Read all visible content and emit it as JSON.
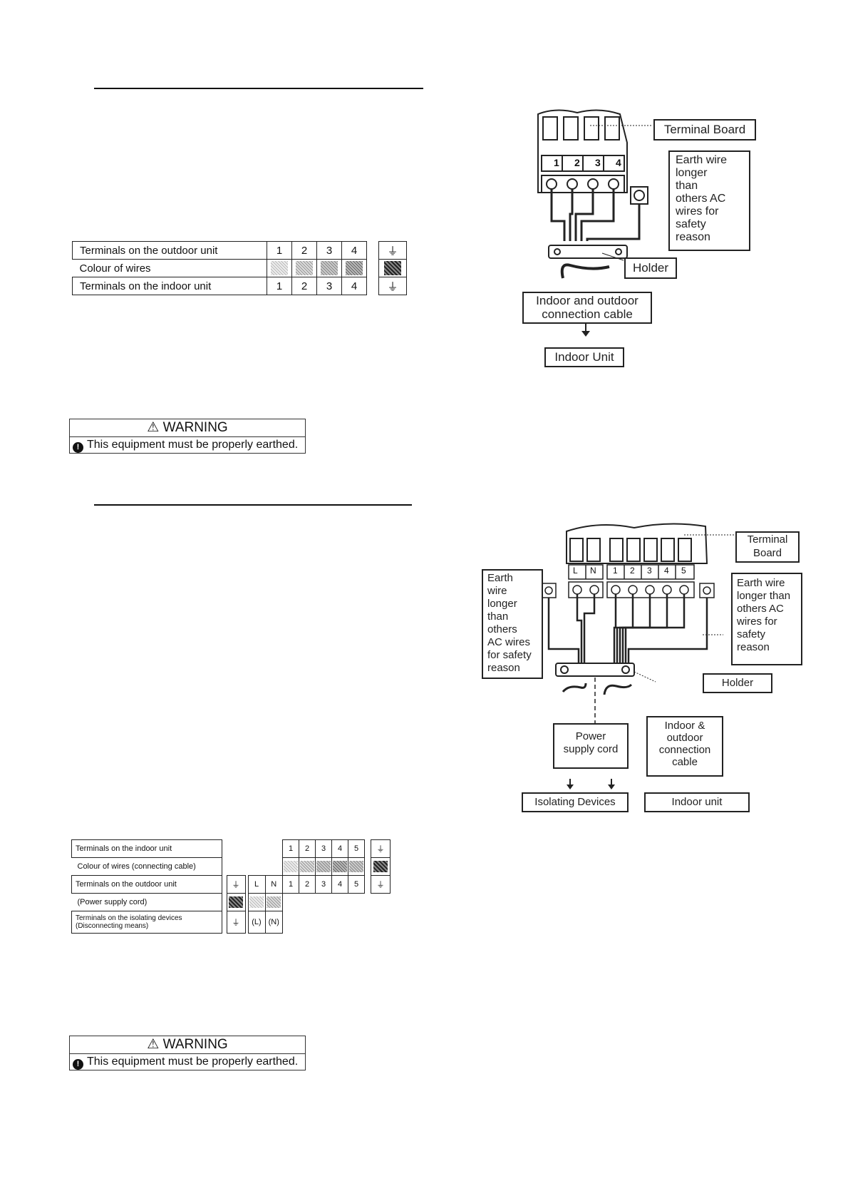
{
  "section1": {
    "table": {
      "row1_label": "Terminals on the outdoor unit",
      "row2_label": "Colour of wires",
      "row3_label": "Terminals on the indoor unit",
      "terminals": [
        "1",
        "2",
        "3",
        "4"
      ],
      "earth_symbol": "⏚"
    },
    "warning": {
      "title": "⚠ WARNING",
      "text": "This equipment must be properly earthed."
    },
    "diagram": {
      "terminal_board": "Terminal Board",
      "terminals": [
        "1",
        "2",
        "3",
        "4"
      ],
      "earth_note_lines": [
        "Earth wire",
        "longer",
        "than",
        "others AC",
        "wires for",
        "safety",
        "reason"
      ],
      "holder": "Holder",
      "cable_lines": [
        "Indoor and outdoor",
        "connection cable"
      ],
      "indoor_unit": "Indoor Unit"
    }
  },
  "section2": {
    "table": {
      "row1_label": "Terminals on the indoor unit",
      "row2_label": "Colour of wires (connecting cable)",
      "row3_label": "Terminals on the outdoor unit",
      "row4_label": "(Power supply cord)",
      "row5_label_lines": [
        "Terminals on the isolating devices",
        "(Disconnecting means)"
      ],
      "terminals": [
        "1",
        "2",
        "3",
        "4",
        "5"
      ],
      "power_terminals": [
        "L",
        "N"
      ],
      "isolating_terminals": [
        "(L)",
        "(N)"
      ],
      "earth_symbol": "⏚"
    },
    "warning": {
      "title": "⚠ WARNING",
      "text": "This equipment must be properly earthed."
    },
    "diagram": {
      "terminal_board_lines": [
        "Terminal",
        "Board"
      ],
      "power_terminals": [
        "L",
        "N"
      ],
      "terminals": [
        "1",
        "2",
        "3",
        "4",
        "5"
      ],
      "earth_note_left_lines": [
        "Earth",
        "wire",
        "longer",
        "than",
        "others",
        "AC wires",
        "for safety",
        "reason"
      ],
      "earth_note_right_lines": [
        "Earth wire",
        "longer than",
        "others AC",
        "wires for",
        "safety",
        "reason"
      ],
      "holder": "Holder",
      "power_cord_lines": [
        "Power",
        "supply cord"
      ],
      "cable_lines": [
        "Indoor &",
        "outdoor",
        "connection",
        "cable"
      ],
      "isolating_devices": "Isolating Devices",
      "indoor_unit": "Indoor unit"
    }
  }
}
